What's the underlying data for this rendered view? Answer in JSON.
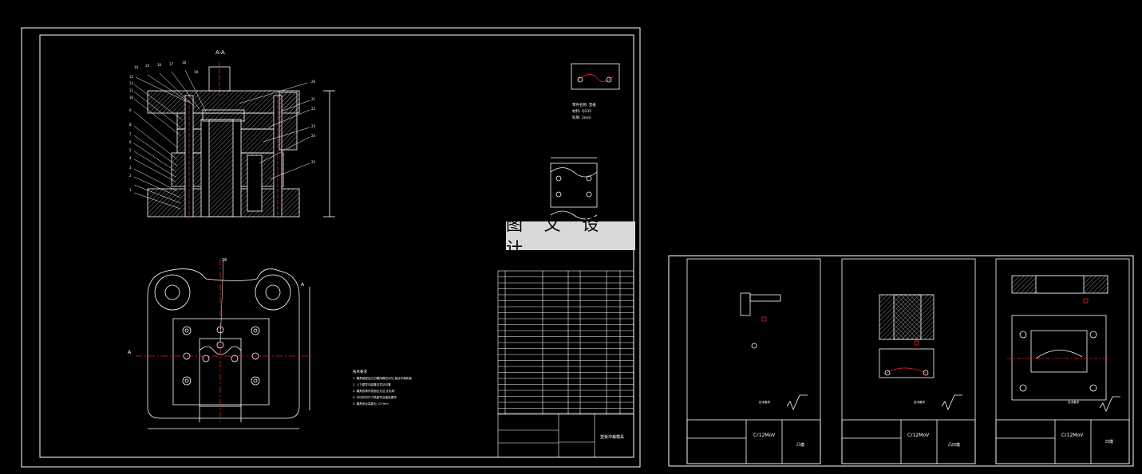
{
  "watermark": "图 文 设 计",
  "main_sheet": {
    "section_label": "A-A",
    "section_marker_top": "A",
    "section_marker_left": "A",
    "callout_top": "26",
    "callouts_left": [
      "14",
      "15",
      "16",
      "17",
      "18",
      "19",
      "12",
      "13",
      "11",
      "10",
      "9",
      "8",
      "7",
      "6",
      "5",
      "4",
      "3",
      "2",
      "1"
    ],
    "callouts_right": [
      "20",
      "21",
      "22",
      "23",
      "24",
      "25"
    ],
    "part_label": "零件名称: 垫板",
    "part_material": "材料: Q235",
    "part_thickness": "料厚: 2mm",
    "tech_title": "技术要求",
    "tech_lines": [
      "1. 模具装配后凸凹模间隙应均匀,保证冲裁质量",
      "2. 上下模导向装置应灵活可靠",
      "3. 模具各零件表面应光洁,无毛刺",
      "4. 冲压件的尺寸精度符合图纸要求",
      "5. 模具闭合高度为 127mm"
    ],
    "title_block_name": "垫板冲裁模具"
  },
  "sheet2": {
    "material": "Cr12MoV",
    "name": "凸模",
    "tech_title": "技术要求"
  },
  "sheet3": {
    "material": "Cr12MoV",
    "name": "凸凹模",
    "tech_title": "技术要求"
  },
  "sheet4": {
    "material": "Cr12MoV",
    "name": "凹模",
    "tech_title": "技术要求"
  }
}
